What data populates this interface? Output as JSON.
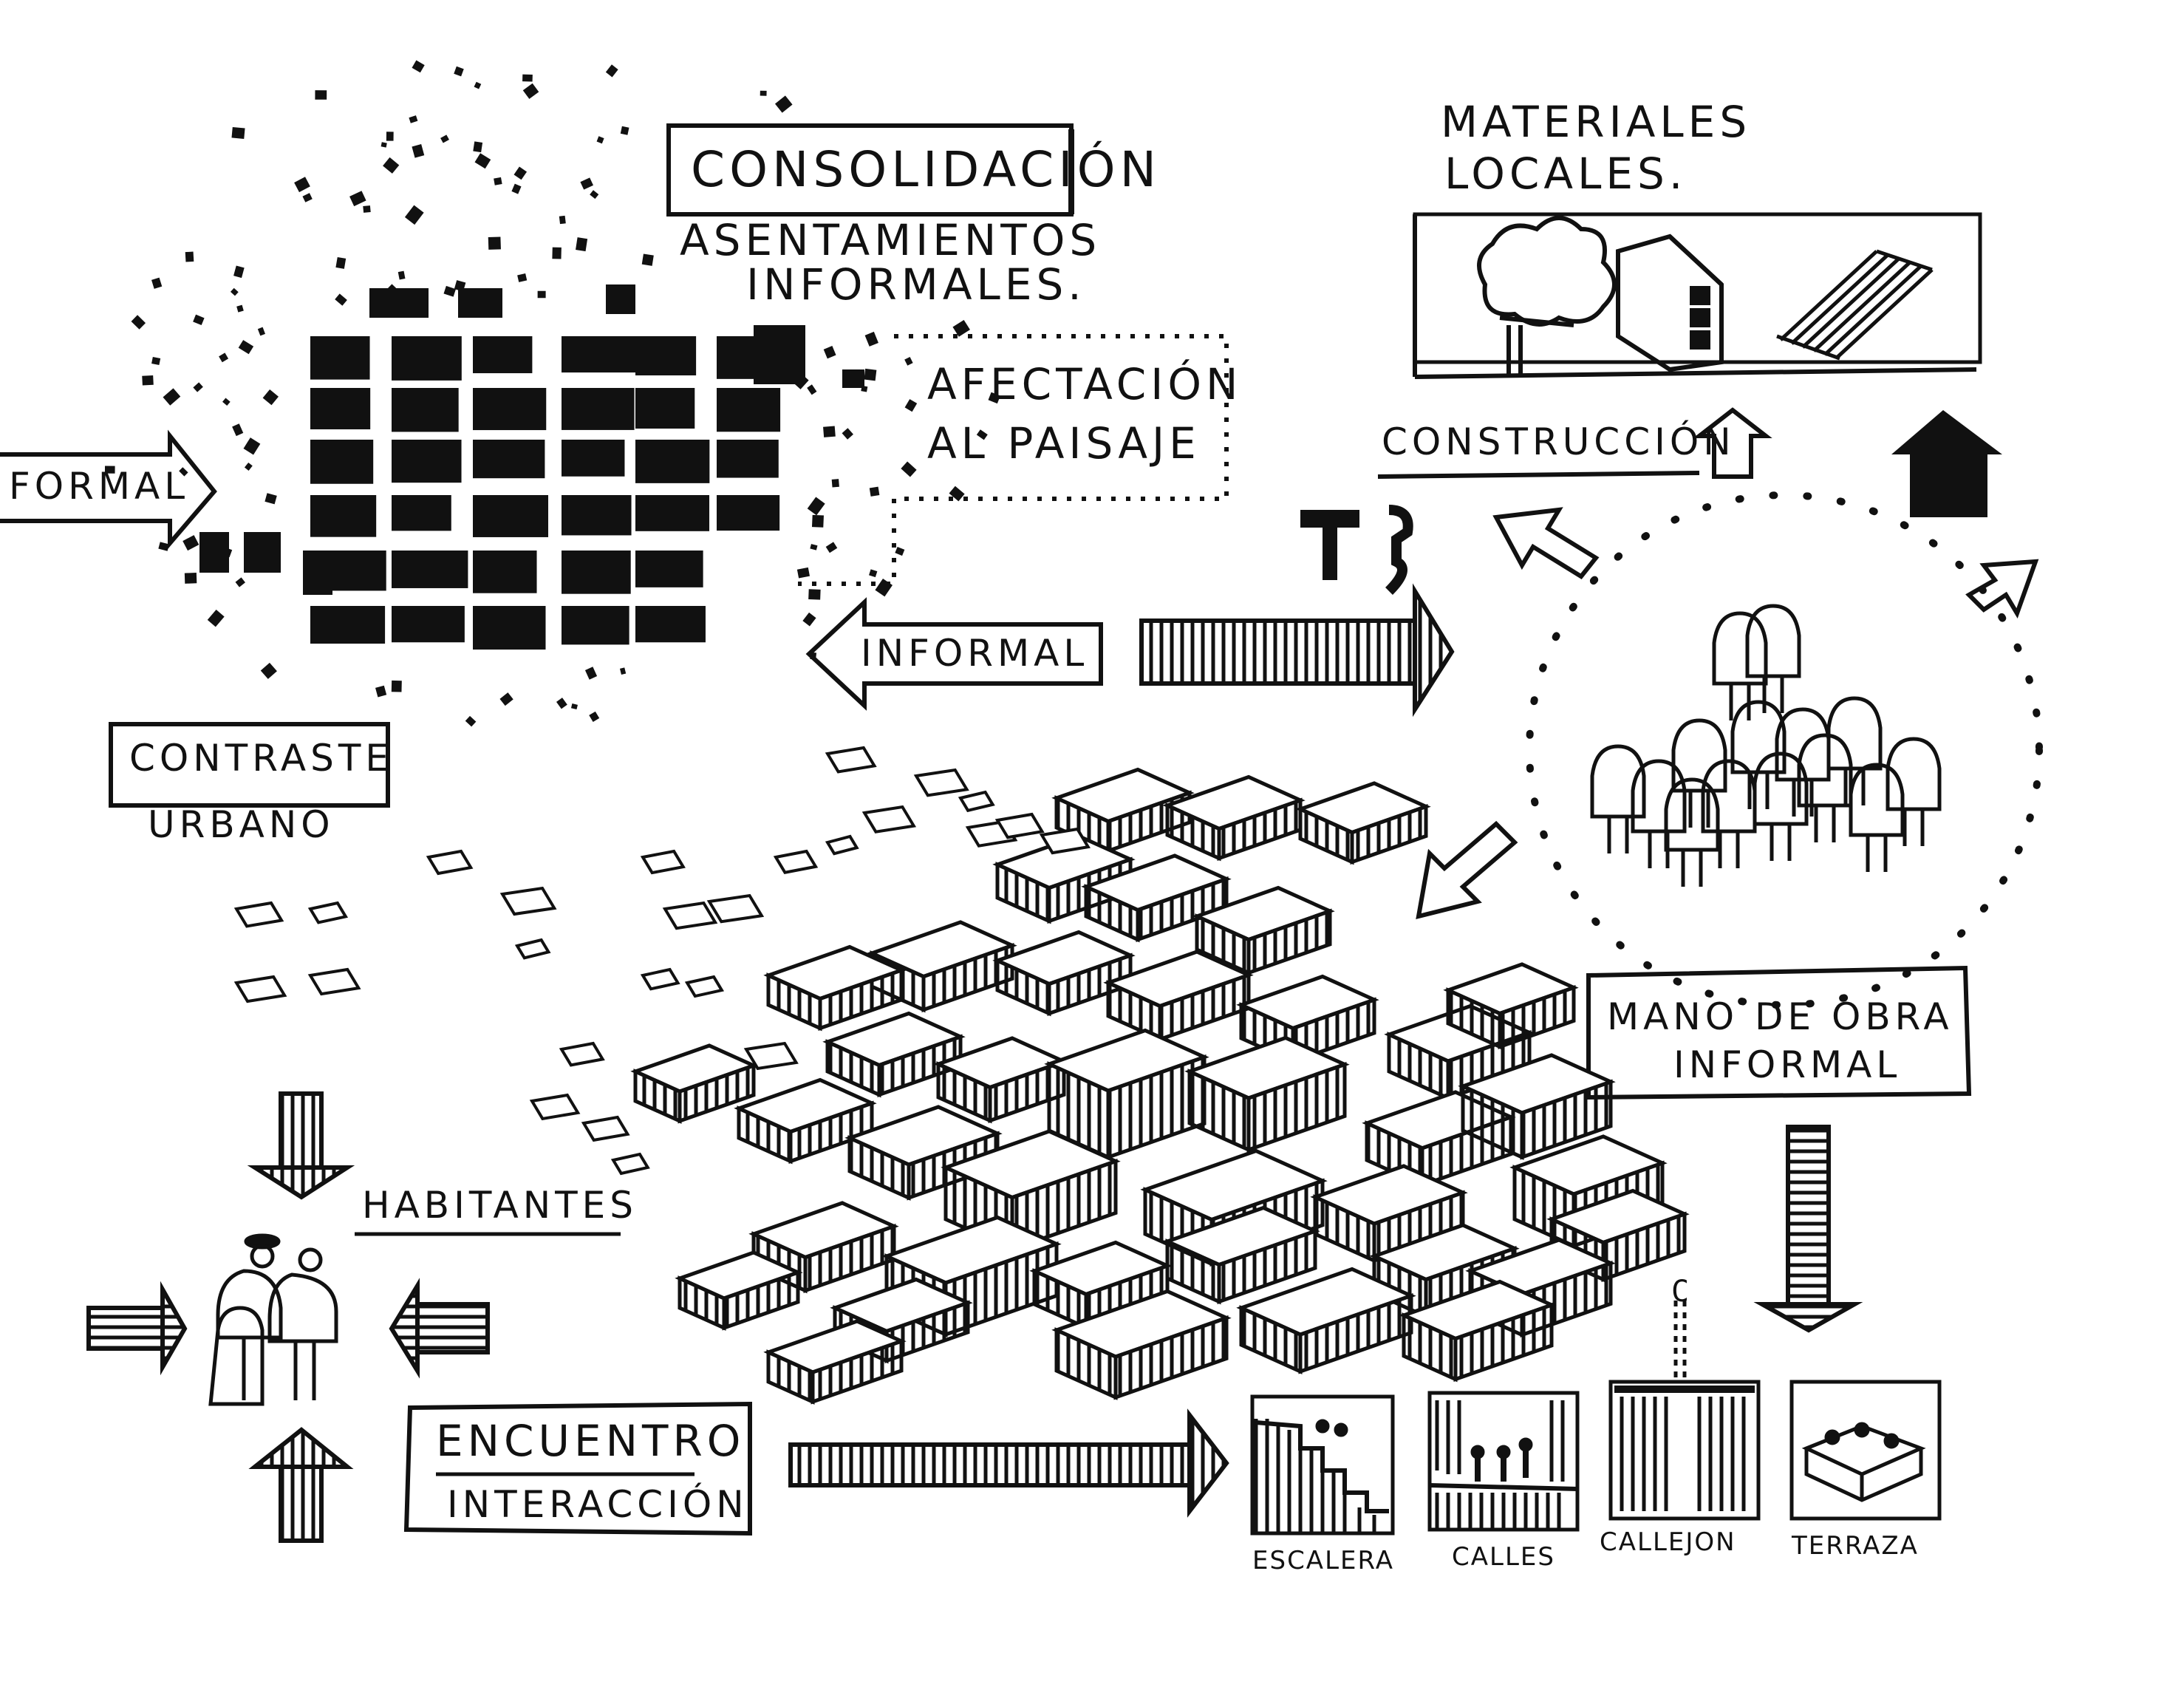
{
  "labels": {
    "consolidacion": "CONSOLIDACIÓN",
    "asentamientos_line1": "ASENTAMIENTOS",
    "asentamientos_line2": "INFORMALES.",
    "afectacion_line1": "AFECTACIÓN",
    "afectacion_line2": "AL PAISAJE",
    "formal": "FORMAL",
    "informal": "INFORMAL",
    "materiales_line1": "MATERIALES",
    "materiales_line2": "LOCALES.",
    "construccion": "CONSTRUCCIÓN",
    "contraste": "CONTRASTE",
    "urbano": "URBANO",
    "mano_line1": "MANO DE OBRA",
    "mano_line2": "INFORMAL",
    "habitantes": "HABITANTES",
    "encuentro": "ENCUENTRO",
    "interaccion": "INTERACCIÓN",
    "escalera": "ESCALERA",
    "calles": "CALLES",
    "callejon": "CALLEJON",
    "terraza": "TERRAZA",
    "corte_mark": "C"
  },
  "icons": [
    "tree-icon",
    "brick-icon",
    "corrugated-sheet-icon",
    "hammer-icon",
    "wrench-icon",
    "house-arrow-icon",
    "person-icon"
  ],
  "colors": {
    "ink": "#111111",
    "paper": "#ffffff"
  }
}
